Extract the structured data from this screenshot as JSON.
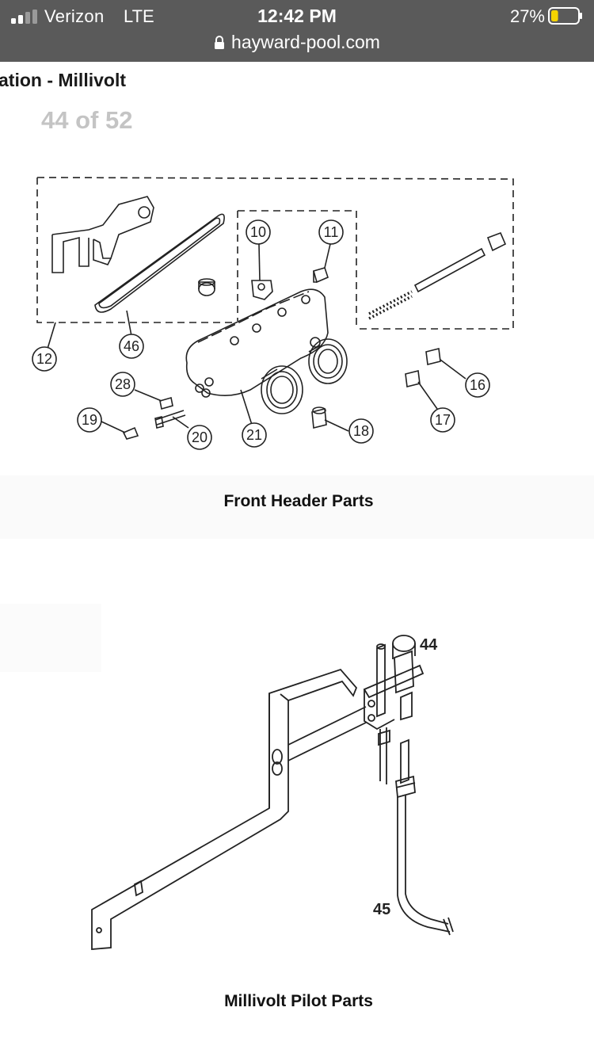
{
  "status_bar": {
    "carrier": "Verizon",
    "network": "LTE",
    "time": "12:42 PM",
    "battery_percent": "27%",
    "battery_level": 0.27,
    "battery_color": "#f5d300",
    "signal_bars_filled": 2,
    "signal_bars_total": 4
  },
  "url_bar": {
    "lock_icon": "lock-icon",
    "url": "hayward-pool.com"
  },
  "document": {
    "title": "ation - Millivolt",
    "page_counter": "44 of 52"
  },
  "figures": [
    {
      "caption": "Front Header Parts",
      "callouts": [
        "10",
        "11",
        "12",
        "46",
        "28",
        "19",
        "20",
        "21",
        "18",
        "16",
        "17"
      ]
    },
    {
      "caption": "Millivolt Pilot Parts",
      "callouts": [
        "44",
        "45"
      ]
    }
  ]
}
